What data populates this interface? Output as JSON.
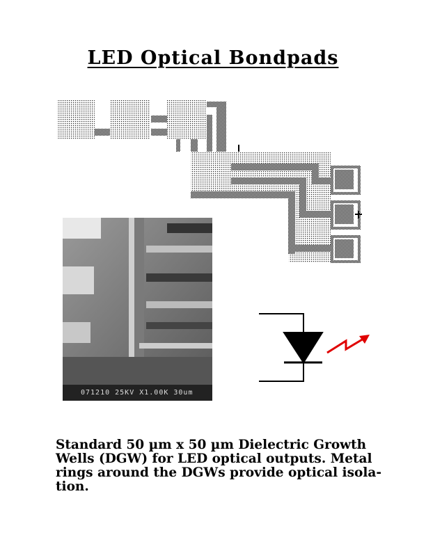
{
  "title": "LED Optical Bondpads",
  "sem_image": {
    "label": "071210 25KV X1.00K   30um"
  },
  "caption": {
    "lines": [
      "Standard 50 µm x 50 µm Dielectric Growth",
      "Wells (DGW) for LED optical outputs. Metal",
      "rings around the DGWs provide optical isola-",
      "tion."
    ]
  },
  "colors": {
    "arrow": "#e00000",
    "ink": "#000000"
  }
}
